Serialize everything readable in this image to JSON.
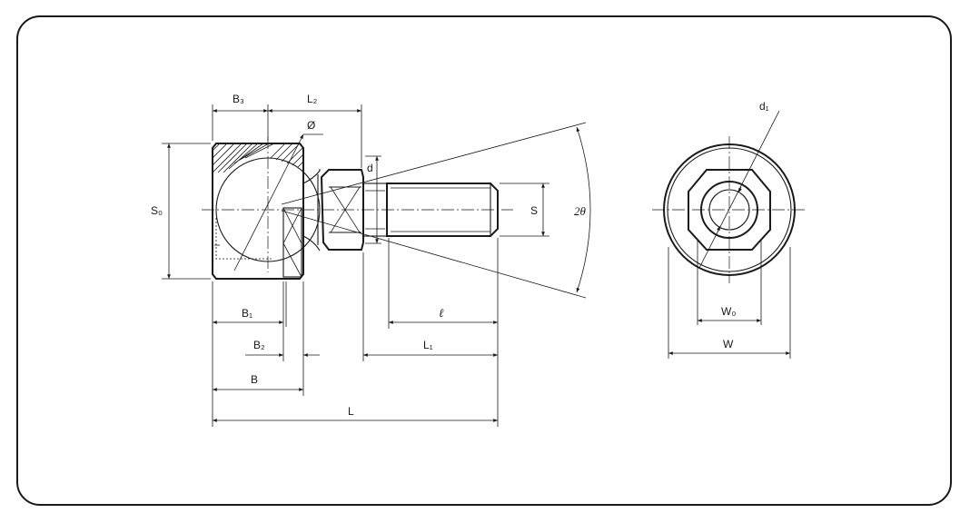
{
  "labels": {
    "b3": "B₃",
    "l2": "L₂",
    "phi": "Ø",
    "d": "d",
    "s0": "S₀",
    "s": "S",
    "two_theta": "2θ",
    "d1": "d₁",
    "b1": "B₁",
    "l_small": "ℓ",
    "b2": "B₂",
    "l1": "L₁",
    "b": "B",
    "l": "L",
    "w0": "W₀",
    "w": "W"
  },
  "colors": {
    "line": "#1a1a1a",
    "background": "#ffffff"
  }
}
